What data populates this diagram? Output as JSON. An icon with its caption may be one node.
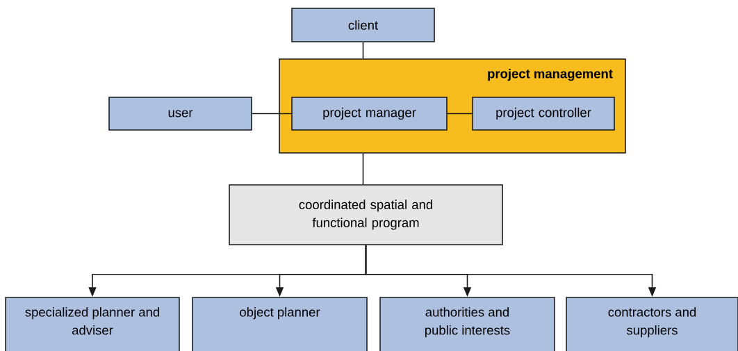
{
  "diagram": {
    "nodes": [
      {
        "text": [
          "client"
        ]
      },
      {
        "text": [
          "project management"
        ]
      },
      {
        "text": [
          "user"
        ]
      },
      {
        "text": [
          "project manager"
        ],
        "in": 1
      },
      {
        "text": [
          "project controller"
        ],
        "in": 1
      },
      {
        "text": [
          "coordinated spatial and functional program"
        ]
      },
      {
        "text": [
          "specialized planner and adviser"
        ]
      },
      {
        "text": [
          "object planner"
        ]
      },
      {
        "text": [
          "authorities and public interests"
        ]
      },
      {
        "text": [
          "contractors and suppliers"
        ]
      }
    ],
    "edges": [
      {
        "from": 0,
        "to": 1,
        "arrow": "none"
      },
      {
        "from": 2,
        "to": 3,
        "arrow": "none"
      },
      {
        "from": 3,
        "to": 4,
        "arrow": "none"
      },
      {
        "from": 1,
        "to": 5,
        "arrow": "none"
      },
      {
        "from": 5,
        "to": 6,
        "arrow": "to"
      },
      {
        "from": 5,
        "to": 7,
        "arrow": "to"
      },
      {
        "from": 5,
        "to": 8,
        "arrow": "to"
      },
      {
        "from": 5,
        "to": 9,
        "arrow": "to"
      }
    ]
  }
}
